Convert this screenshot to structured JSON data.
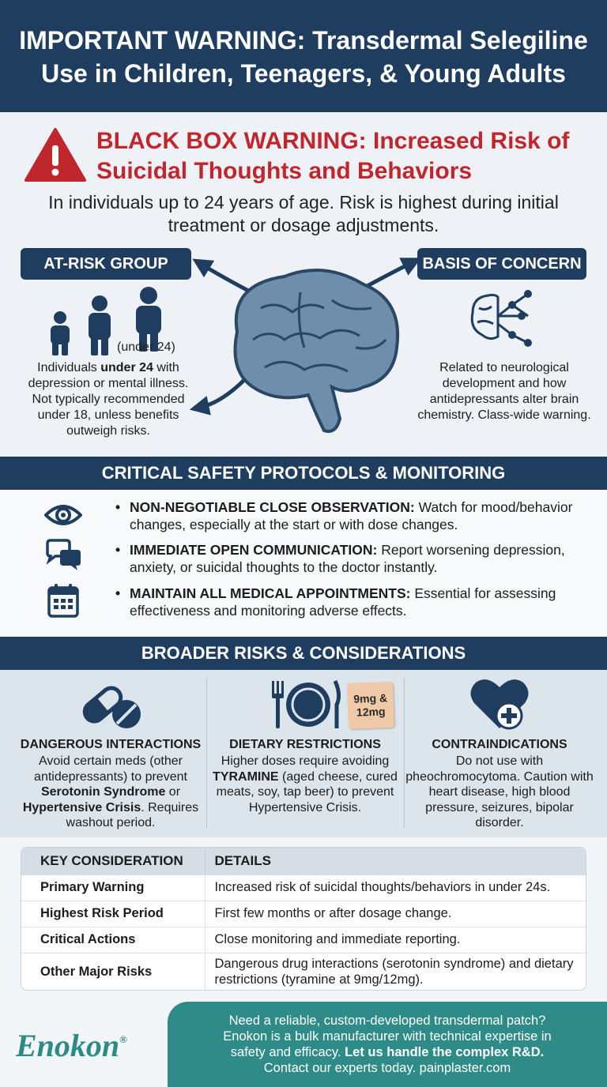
{
  "header": {
    "line1": "IMPORTANT WARNING: Transdermal Selegiline",
    "line2": "Use in Children, Teenagers, & Young Adults"
  },
  "warning": {
    "title": "BLACK BOX WARNING: Increased Risk of Suicidal Thoughts and Behaviors",
    "subtitle": "In individuals up to 24 years of age. Risk is highest during initial treatment or dosage adjustments."
  },
  "at_risk": {
    "label": "AT-RISK GROUP",
    "age_note": "(under 24)",
    "text_pre": "Individuals ",
    "text_bold": "under 24",
    "text_post": " with depression or mental illness. Not typically recommended under 18, unless benefits outweigh risks."
  },
  "basis": {
    "label": "BASIS OF CONCERN",
    "text": "Related to neurological development and how antidepressants alter brain chemistry. Class-wide warning."
  },
  "protocols": {
    "heading": "CRITICAL SAFETY PROTOCOLS & MONITORING",
    "items": [
      {
        "icon": "eye-icon",
        "bold": "NON-NEGOTIABLE CLOSE OBSERVATION:",
        "text": " Watch for mood/behavior changes, especially at the start or with dose changes."
      },
      {
        "icon": "chat-bubbles-icon",
        "bold": "IMMEDIATE OPEN COMMUNICATION:",
        "text": " Report worsening depression, anxiety, or suicidal thoughts to the doctor instantly."
      },
      {
        "icon": "calendar-icon",
        "bold": "MAINTAIN ALL MEDICAL APPOINTMENTS:",
        "text": " Essential for assessing effectiveness and monitoring adverse effects."
      }
    ]
  },
  "broader": {
    "heading": "BROADER RISKS & CONSIDERATIONS",
    "interactions": {
      "title": "DANGEROUS INTERACTIONS",
      "t1": "Avoid certain meds (other antidepressants) to prevent ",
      "b1": "Serotonin Syndrome",
      "t2": " or ",
      "b2": "Hypertensive Crisis",
      "t3": ". Requires washout period."
    },
    "dietary": {
      "title": "DIETARY RESTRICTIONS",
      "tag1": "9mg &",
      "tag2": "12mg",
      "t1": "Higher doses require avoiding ",
      "b1": "TYRAMINE",
      "t2": " (aged cheese, cured meats, soy, tap beer) to prevent Hypertensive Crisis."
    },
    "contra": {
      "title": "CONTRAINDICATIONS",
      "text": "Do not use with pheochromocytoma. Caution with heart disease, high blood pressure, seizures, bipolar disorder."
    }
  },
  "table": {
    "headers": [
      "KEY CONSIDERATION",
      "DETAILS"
    ],
    "rows": [
      {
        "key": "Primary Warning",
        "detail": "Increased risk of suicidal thoughts/behaviors in under 24s."
      },
      {
        "key": "Highest Risk Period",
        "detail": "First few months or after dosage change."
      },
      {
        "key": "Critical Actions",
        "detail": "Close monitoring and immediate reporting."
      },
      {
        "key": "Other Major Risks",
        "detail": "Dangerous drug interactions (serotonin syndrome) and dietary restrictions (tyramine at 9mg/12mg)."
      }
    ]
  },
  "footer": {
    "logo": "Enokon",
    "logo_mark": "®",
    "line1": "Need a reliable, custom-developed transdermal patch?",
    "line2": "Enokon is a bulk manufacturer with technical expertise in",
    "line3_pre": "safety and efficacy. ",
    "line3_bold": "Let us handle the complex R&D.",
    "line4": "Contact our experts today. painplaster.com"
  },
  "colors": {
    "navy": "#1e3d5f",
    "warning_red": "#c0272d",
    "teal": "#2f8b88"
  }
}
